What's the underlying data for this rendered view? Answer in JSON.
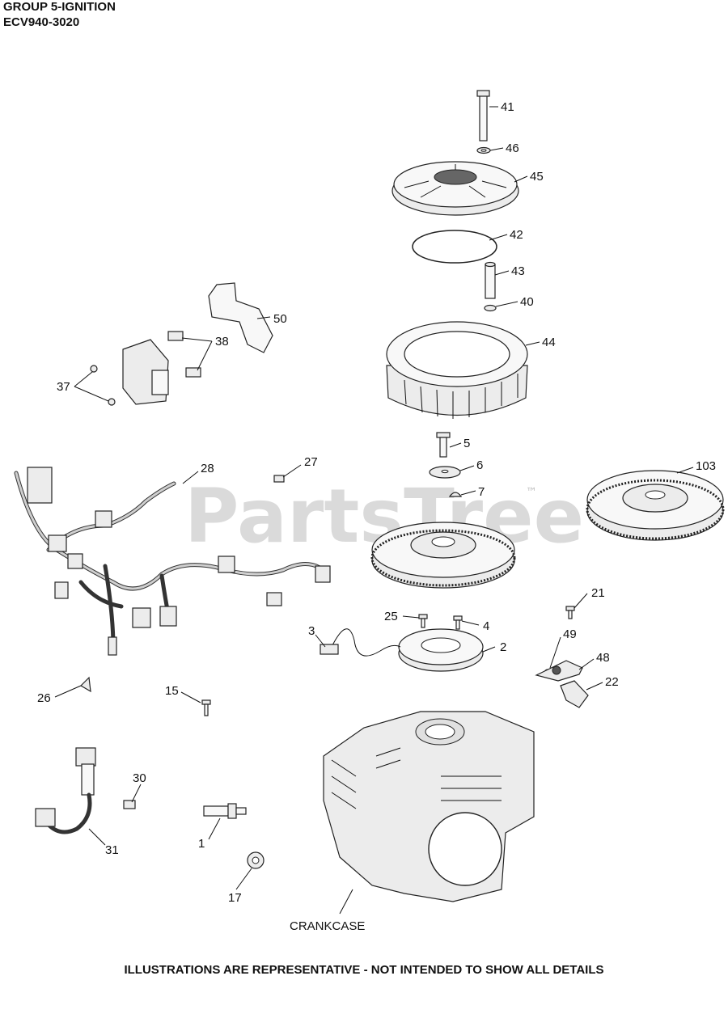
{
  "header": {
    "group": "GROUP 5-IGNITION",
    "model": "ECV940-3020"
  },
  "watermark": {
    "text": "PartsTree",
    "trademark": "™"
  },
  "callouts": {
    "c1": "1",
    "c2": "2",
    "c3": "3",
    "c4": "4",
    "c5": "5",
    "c6": "6",
    "c7": "7",
    "c15": "15",
    "c17": "17",
    "c21": "21",
    "c22": "22",
    "c25": "25",
    "c26": "26",
    "c27": "27",
    "c28": "28",
    "c30": "30",
    "c31": "31",
    "c37": "37",
    "c38": "38",
    "c40": "40",
    "c41": "41",
    "c42": "42",
    "c43": "43",
    "c44": "44",
    "c45": "45",
    "c46": "46",
    "c48": "48",
    "c49": "49",
    "c50": "50",
    "c103": "103"
  },
  "crankcase_label": "CRANKCASE",
  "disclaimer": "ILLUSTRATIONS ARE REPRESENTATIVE - NOT INTENDED TO SHOW ALL DETAILS"
}
